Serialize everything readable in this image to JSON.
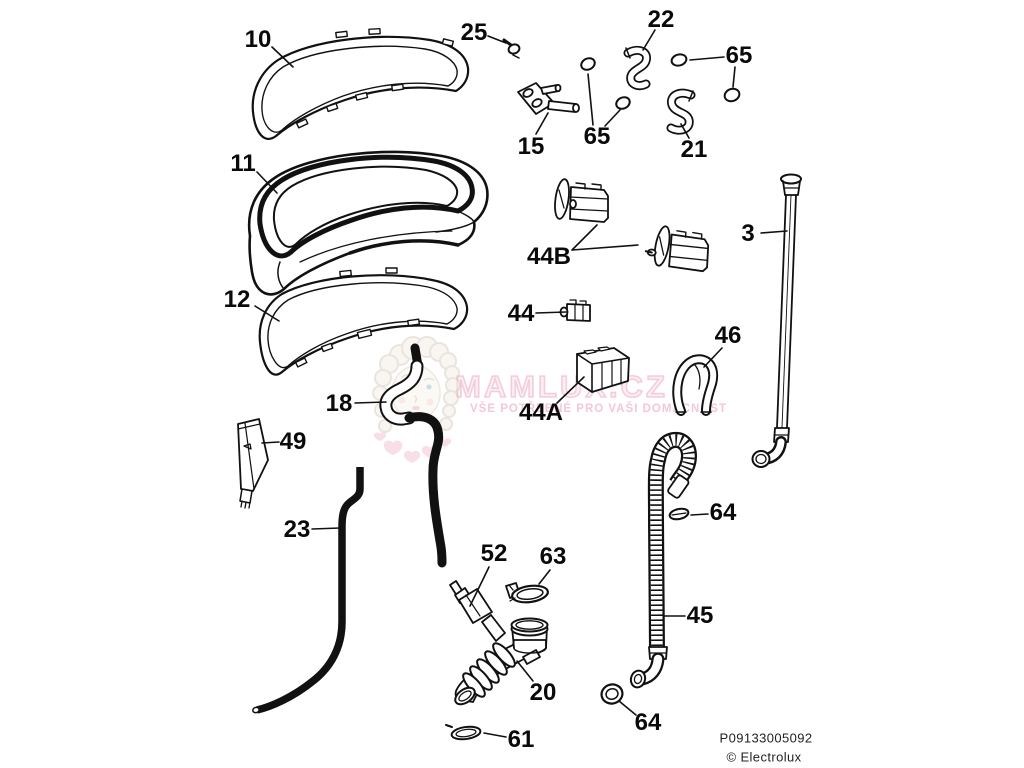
{
  "diagram": {
    "labels": [
      {
        "id": "part-10",
        "text": "10"
      },
      {
        "id": "part-11",
        "text": "11"
      },
      {
        "id": "part-12",
        "text": "12"
      },
      {
        "id": "part-25",
        "text": "25"
      },
      {
        "id": "part-22",
        "text": "22"
      },
      {
        "id": "part-65-top-right",
        "text": "65"
      },
      {
        "id": "part-15",
        "text": "15"
      },
      {
        "id": "part-65-middle",
        "text": "65"
      },
      {
        "id": "part-21",
        "text": "21"
      },
      {
        "id": "part-3",
        "text": "3"
      },
      {
        "id": "part-44B",
        "text": "44B"
      },
      {
        "id": "part-44",
        "text": "44"
      },
      {
        "id": "part-46",
        "text": "46"
      },
      {
        "id": "part-18",
        "text": "18"
      },
      {
        "id": "part-44A",
        "text": "44A"
      },
      {
        "id": "part-49",
        "text": "49"
      },
      {
        "id": "part-23",
        "text": "23"
      },
      {
        "id": "part-52",
        "text": "52"
      },
      {
        "id": "part-63",
        "text": "63"
      },
      {
        "id": "part-20",
        "text": "20"
      },
      {
        "id": "part-61",
        "text": "61"
      },
      {
        "id": "part-64-upper",
        "text": "64"
      },
      {
        "id": "part-45",
        "text": "45"
      },
      {
        "id": "part-64-lower",
        "text": "64"
      }
    ],
    "footer": {
      "code": "P09133005092",
      "copyright": "© Electrolux"
    },
    "watermark": {
      "brand": "MAMLUX.CZ",
      "tagline": "VŠE POTŘEBNÉ PRO VAŠI DOMÁCNOST",
      "accent_color": "#e89db4"
    }
  }
}
